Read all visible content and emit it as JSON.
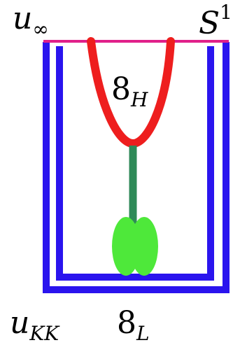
{
  "labels": {
    "u_infinity": {
      "base": "u",
      "sub": "∞"
    },
    "s1": {
      "base": "S",
      "sup": "1"
    },
    "eight_h": {
      "base": "8",
      "sub": "H"
    },
    "u_kk": {
      "base": "u",
      "sub": "KK"
    },
    "eight_l": {
      "base": "8",
      "sub": "L"
    }
  },
  "colors": {
    "outer_brane": "#2a14ee",
    "top_line": "#e0208a",
    "parabola": "#ee1e1e",
    "stem": "#2f8a58",
    "blob": "#4ee83a"
  }
}
